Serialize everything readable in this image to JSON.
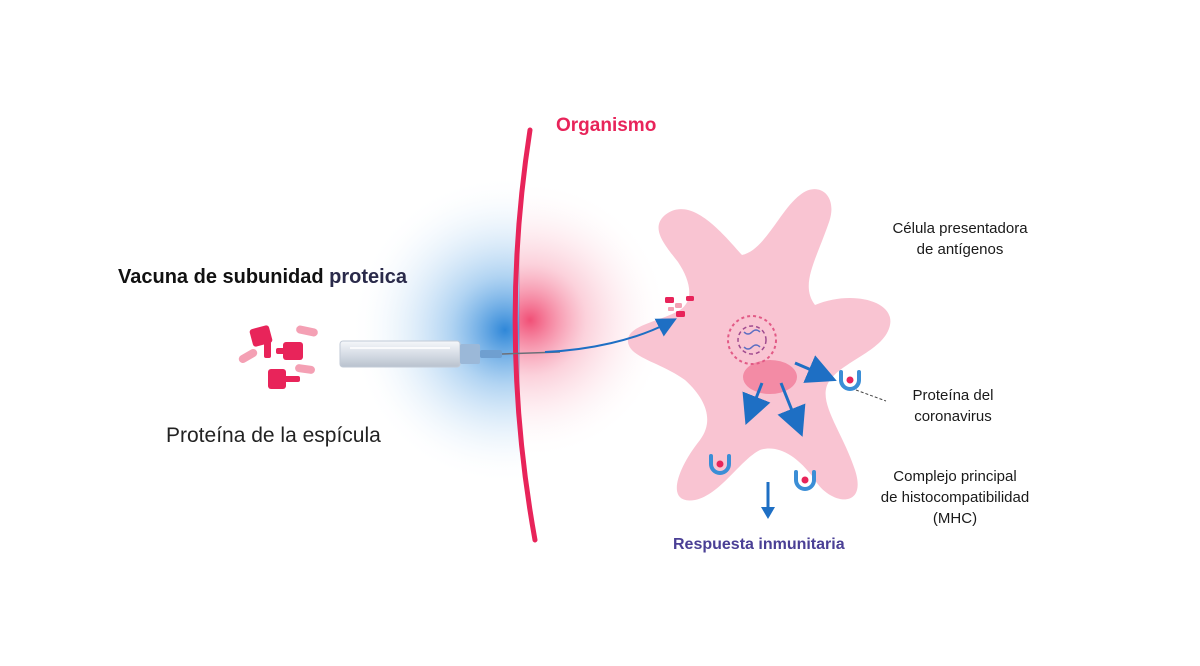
{
  "title": {
    "main": "Vacuna de subunidad",
    "accent": "proteica"
  },
  "spike_protein_label": "Proteína de la espícula",
  "organism_label": "Organismo",
  "apc_label": {
    "line1": "Célula presentadora",
    "line2": "de antígenos"
  },
  "viral_protein_label": {
    "line1": "Proteína del",
    "line2": "coronavirus"
  },
  "mhc_label": {
    "line1": "Complejo principal",
    "line2": "de histocompatibilidad",
    "line3": "(MHC)"
  },
  "response_label": "Respuesta inmunitaria",
  "colors": {
    "spike_red": "#e8245a",
    "spike_pink": "#f4a0b4",
    "membrane": "#e8245a",
    "cell": "#f9c4d2",
    "arrow": "#1e6fc4",
    "response": "#4a3f95",
    "injection_glow": "#2f87d8"
  },
  "icons": [
    "syringe-icon",
    "spike-protein-icon",
    "virus-particle-icon",
    "mhc-receptor-icon",
    "down-arrow-icon"
  ]
}
